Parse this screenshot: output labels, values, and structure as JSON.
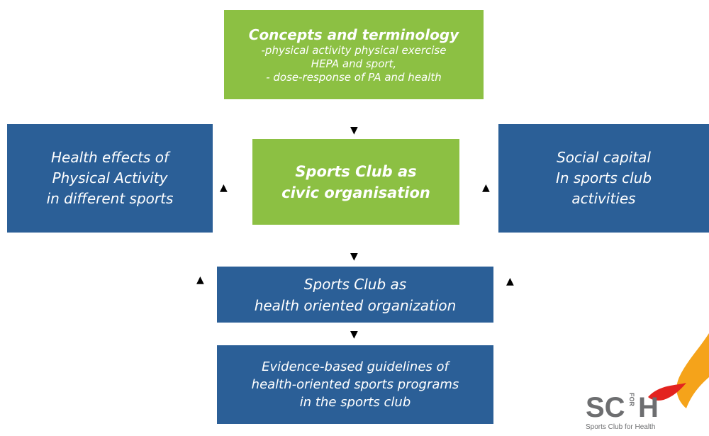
{
  "top_box": {
    "title": "Concepts and terminology",
    "lines": [
      "-physical activity physical exercise",
      "HEPA and sport,",
      "- dose-response of PA and health"
    ]
  },
  "left_box": {
    "lines": [
      "Health effects of",
      "Physical Activity",
      "in  different sports"
    ]
  },
  "center_box": {
    "lines": [
      "Sports Club as",
      "civic organisation"
    ]
  },
  "right_box": {
    "lines": [
      "Social capital",
      "In sports club",
      "activities"
    ]
  },
  "middle_box": {
    "lines": [
      "Sports Club as",
      "health oriented organization"
    ]
  },
  "bottom_box": {
    "lines": [
      "Evidence-based guidelines of",
      "health-oriented sports programs",
      "in the sports club"
    ]
  },
  "arrows": {
    "down": "▼",
    "up": "▲"
  },
  "logo": {
    "text_sc": "SC",
    "text_for": "FOR",
    "text_h": "H",
    "tagline": "Sports Club for Health"
  },
  "colors": {
    "green": "#8cc043",
    "blue": "#2b5f97",
    "logo_orange": "#f5a31a",
    "logo_red": "#e3231f",
    "logo_gray": "#6d6e70"
  }
}
